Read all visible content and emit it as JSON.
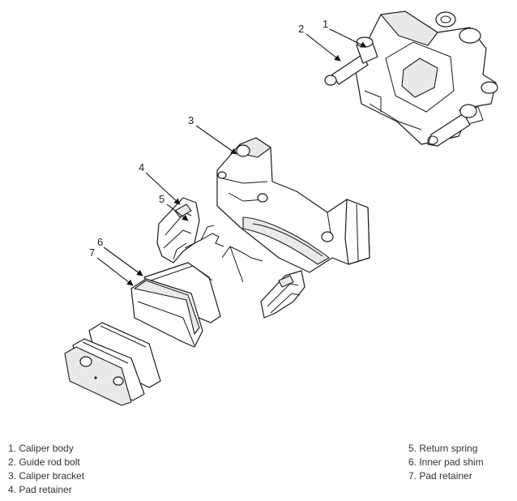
{
  "callouts": [
    "1",
    "2",
    "3",
    "4",
    "5",
    "6",
    "7"
  ],
  "legend_left": [
    "1. Caliper body",
    "2. Guide rod bolt",
    "3. Caliper bracket",
    "4. Pad retainer"
  ],
  "legend_right": [
    "5. Return spring",
    "6. Inner pad shim",
    "7. Pad retainer"
  ]
}
